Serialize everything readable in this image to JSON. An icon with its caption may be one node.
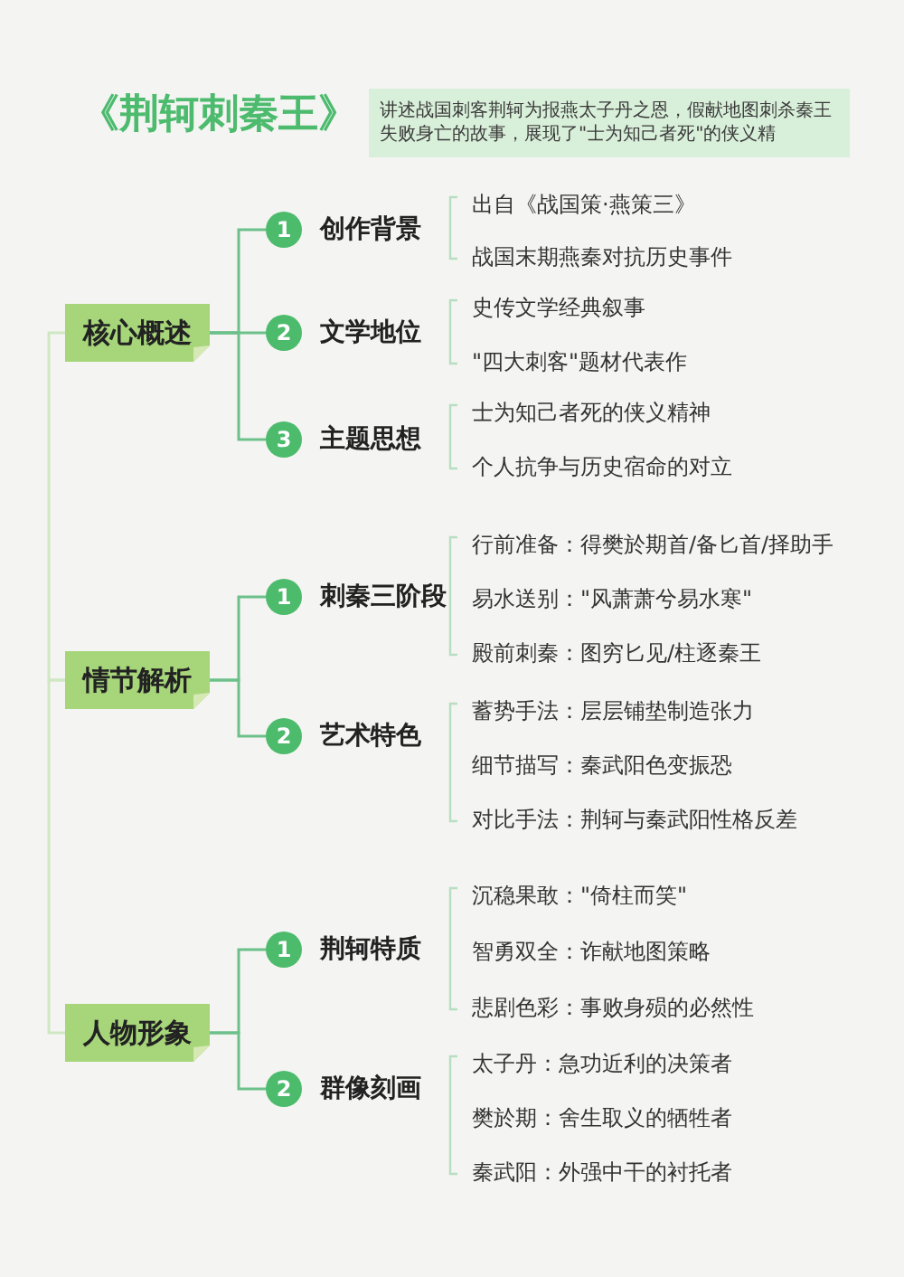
{
  "diagram": {
    "title": "《荆轲刺秦王》",
    "nodes": [
      {
        "text": [
          "讲述战国刺客荆轲为报燕太子丹之恩，假献地图刺杀秦王失败身亡的故事，展现了\"士为知己者死\"的侠义精"
        ]
      },
      {
        "text": [
          "核心概述"
        ]
      },
      {
        "text": [
          "1"
        ],
        "beside": [
          "创作背景"
        ]
      },
      {
        "text": [
          "2"
        ],
        "beside": [
          "文学地位"
        ]
      },
      {
        "text": [
          "3"
        ],
        "beside": [
          "主题思想"
        ]
      },
      {
        "text": [
          "情节解析"
        ]
      },
      {
        "text": [
          "1"
        ],
        "beside": [
          "刺秦三阶段"
        ]
      },
      {
        "text": [
          "2"
        ],
        "beside": [
          "艺术特色"
        ]
      },
      {
        "text": [
          "人物形象"
        ]
      },
      {
        "text": [
          "1"
        ],
        "beside": [
          "荆轲特质"
        ]
      },
      {
        "text": [
          "2"
        ],
        "beside": [
          "群像刻画"
        ]
      }
    ],
    "edges": [
      {
        "from": 1,
        "to": 5,
        "arrow": "none",
        "color": "#cfe7c2"
      },
      {
        "from": 5,
        "to": 8,
        "arrow": "none",
        "color": "#cfe7c2"
      },
      {
        "from": 1,
        "to": 2,
        "arrow": "none"
      },
      {
        "from": 1,
        "to": 3,
        "arrow": "none"
      },
      {
        "from": 1,
        "to": 4,
        "arrow": "none"
      },
      {
        "from": 5,
        "to": 6,
        "arrow": "none"
      },
      {
        "from": 5,
        "to": 7,
        "arrow": "none"
      },
      {
        "from": 8,
        "to": 9,
        "arrow": "none"
      },
      {
        "from": 8,
        "to": 10,
        "arrow": "none"
      }
    ],
    "labels": [
      "出自《战国策·燕策三》",
      "战国末期燕秦对抗历史事件",
      "史传文学经典叙事",
      "\"四大刺客\"题材代表作",
      "士为知己者死的侠义精神",
      "个人抗争与历史宿命的对立",
      "行前准备：得樊於期首/备匕首/择助手",
      "易水送别：\"风萧萧兮易水寒\"",
      "殿前刺秦：图穷匕见/柱逐秦王",
      "蓄势手法：层层铺垫制造张力",
      "细节描写：秦武阳色变振恐",
      "对比手法：荆轲与秦武阳性格反差",
      "沉稳果敢：\"倚柱而笑\"",
      "智勇双全：诈献地图策略",
      "悲剧色彩：事败身殒的必然性",
      "太子丹：急功近利的决策者",
      "樊於期：舍生取义的牺牲者",
      "秦武阳：外强中干的衬托者"
    ]
  }
}
